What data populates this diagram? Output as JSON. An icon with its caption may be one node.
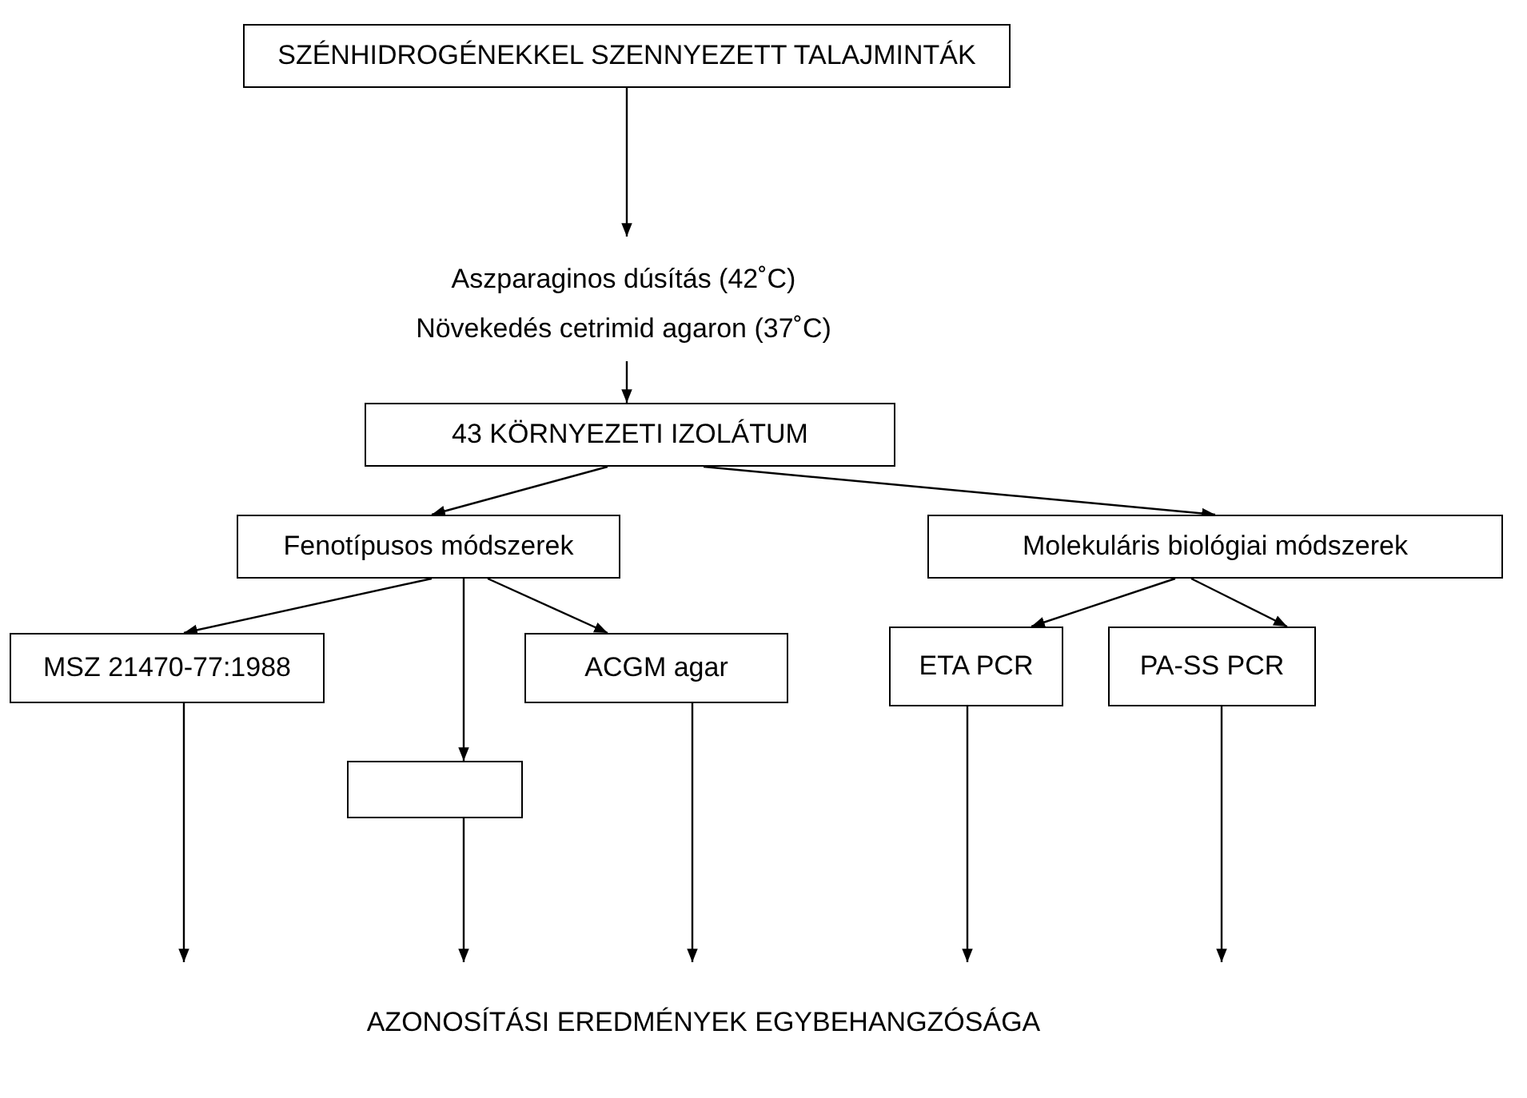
{
  "diagram": {
    "nodes": [
      {
        "text": [
          "SZÉNHIDROGÉNEKKEL SZENNYEZETT TALAJMINTÁK"
        ]
      },
      {
        "text": [
          "Aszparaginos dúsítás (42˚C)",
          "Növekedés cetrimid agaron (37˚C)"
        ]
      },
      {
        "text": [
          "43 KÖRNYEZETI IZOLÁTUM"
        ]
      },
      {
        "text": [
          "Fenotípusos módszerek"
        ]
      },
      {
        "text": [
          "Molekuláris biológiai módszerek"
        ]
      },
      {
        "text": [
          "MSZ 21470-77:1988"
        ]
      },
      {
        "text": [
          "ACGM agar"
        ]
      },
      {
        "text": [
          "ETA PCR"
        ]
      },
      {
        "text": [
          "PA-SS PCR"
        ]
      },
      {
        "text": [],
        "shape": "box"
      },
      {
        "text": [
          "AZONOSÍTÁSI EREDMÉNYEK EGYBEHANGZÓSÁGA"
        ]
      }
    ],
    "edges": [
      {
        "from": 0,
        "to": 1,
        "arrow": "to"
      },
      {
        "from": 1,
        "to": 2,
        "arrow": "to"
      },
      {
        "from": 2,
        "to": 3,
        "arrow": "to"
      },
      {
        "from": 2,
        "to": 4,
        "arrow": "to"
      },
      {
        "from": 3,
        "to": 5,
        "arrow": "to"
      },
      {
        "from": 3,
        "to": 9,
        "arrow": "to"
      },
      {
        "from": 3,
        "to": 6,
        "arrow": "to"
      },
      {
        "from": 4,
        "to": 7,
        "arrow": "to"
      },
      {
        "from": 4,
        "to": 8,
        "arrow": "to"
      },
      {
        "from": 5,
        "to": 10,
        "arrow": "to"
      },
      {
        "from": 9,
        "to": 10,
        "arrow": "to"
      },
      {
        "from": 6,
        "to": 10,
        "arrow": "to"
      },
      {
        "from": 7,
        "to": 10,
        "arrow": "to"
      },
      {
        "from": 8,
        "to": 10,
        "arrow": "to"
      }
    ]
  }
}
